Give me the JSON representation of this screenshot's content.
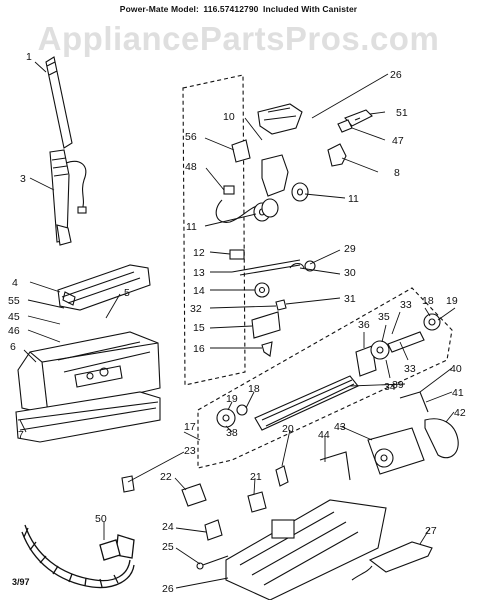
{
  "header": {
    "prefix": "Power-Mate Model:",
    "model": "116.57412790",
    "suffix": "Included With Canister"
  },
  "watermark": "AppliancePartsPros.com",
  "footer": {
    "date": "3/97"
  },
  "parts": [
    "1",
    "3",
    "4",
    "55",
    "5",
    "45",
    "46",
    "6",
    "7",
    "26",
    "51",
    "47",
    "8",
    "10",
    "56",
    "48",
    "11",
    "11",
    "12",
    "29",
    "13",
    "30",
    "14",
    "31",
    "32",
    "15",
    "16",
    "33",
    "18",
    "19",
    "36",
    "35",
    "34",
    "33",
    "40",
    "39",
    "41",
    "42",
    "18",
    "19",
    "38",
    "17",
    "23",
    "43",
    "44",
    "20",
    "21",
    "22",
    "24",
    "25",
    "50",
    "26",
    "27"
  ]
}
